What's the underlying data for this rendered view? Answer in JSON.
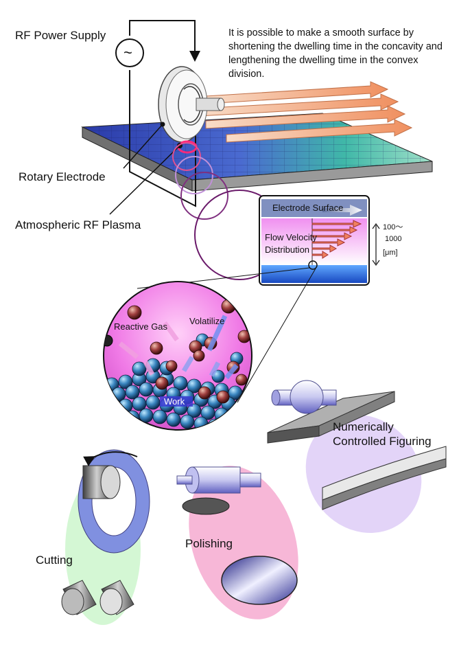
{
  "labels": {
    "rf_power_supply": "RF Power Supply",
    "supply_symbol": "~",
    "caption": "It is possible to make a smooth surface by shortening the dwelling time in the concavity and lengthening the dwelling time in the convex division.",
    "rotary_electrode": "Rotary Electrode",
    "atmospheric_plasma": "Atmospheric RF Plasma",
    "electrode_surface": "Electrode Surface",
    "flow_velocity_line1": "Flow Velocity",
    "flow_velocity_line2": "Distribution",
    "gap_line1": "100～",
    "gap_line2": "1000",
    "gap_line3": "[μm]",
    "reactive_gas": "Reactive Gas",
    "volatilize": "Volatilize",
    "work": "Work",
    "nc_figuring_line1": "Numerically",
    "nc_figuring_line2": "Controlled Figuring",
    "cutting": "Cutting",
    "polishing": "Polishing"
  },
  "colors": {
    "plasma_pink": "#ff3c8c",
    "magenta_bg": "#f070e0",
    "atom_blue": "#2a6fa8",
    "atom_red": "#8a2a2a",
    "arrow_orange": "#f0a070",
    "ring_purple": "#6a1a6a",
    "surface_blue": "#3050c0",
    "surface_green": "#40c0a0"
  }
}
